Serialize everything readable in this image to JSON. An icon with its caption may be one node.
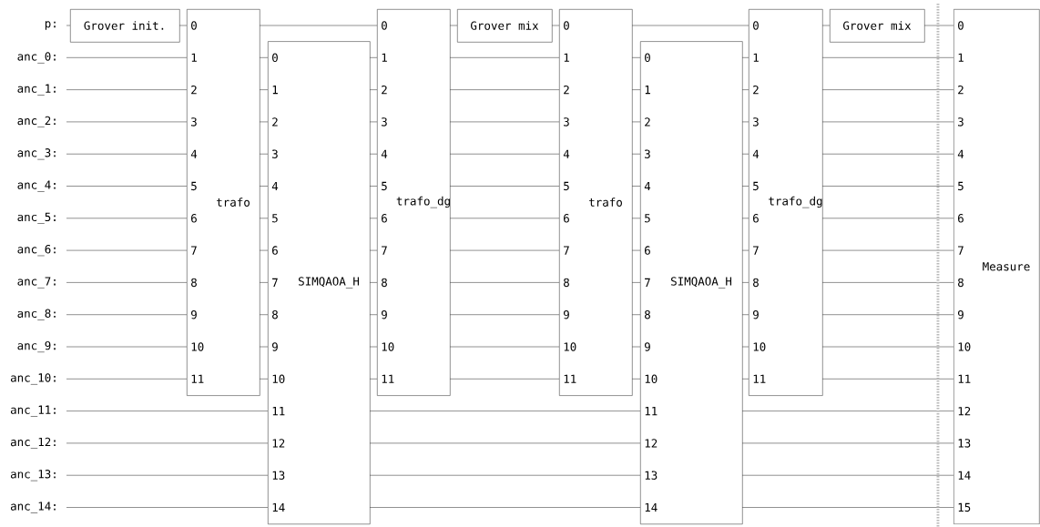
{
  "diagram": {
    "nodes": [
      {
        "text": [
          "p:"
        ]
      },
      {
        "text": [
          "anc_0:"
        ]
      },
      {
        "text": [
          "anc_1:"
        ]
      },
      {
        "text": [
          "anc_2:"
        ]
      },
      {
        "text": [
          "anc_3:"
        ]
      },
      {
        "text": [
          "anc_4:"
        ]
      },
      {
        "text": [
          "anc_5:"
        ]
      },
      {
        "text": [
          "anc_6:"
        ]
      },
      {
        "text": [
          "anc_7:"
        ]
      },
      {
        "text": [
          "anc_8:"
        ]
      },
      {
        "text": [
          "anc_9:"
        ]
      },
      {
        "text": [
          "anc_10:"
        ]
      },
      {
        "text": [
          "anc_11:"
        ]
      },
      {
        "text": [
          "anc_12:"
        ]
      },
      {
        "text": [
          "anc_13:"
        ]
      },
      {
        "text": [
          "anc_14:"
        ]
      },
      {
        "text": [
          "Grover init."
        ]
      },
      {
        "text": [
          "0",
          "1",
          "2",
          "3",
          "4",
          "5",
          "6",
          "7",
          "8",
          "9",
          "10",
          "11",
          "trafo"
        ]
      },
      {
        "text": [
          "0",
          "1",
          "2",
          "3",
          "4",
          "5",
          "6",
          "7",
          "8",
          "9",
          "10",
          "11",
          "12",
          "13",
          "14",
          "SIMQAOA_H"
        ]
      },
      {
        "text": [
          "0",
          "1",
          "2",
          "3",
          "4",
          "5",
          "6",
          "7",
          "8",
          "9",
          "10",
          "11",
          "trafo_dg"
        ]
      },
      {
        "text": [
          "Grover mix"
        ]
      },
      {
        "text": [
          "0",
          "1",
          "2",
          "3",
          "4",
          "5",
          "6",
          "7",
          "8",
          "9",
          "10",
          "11",
          "trafo"
        ]
      },
      {
        "text": [
          "0",
          "1",
          "2",
          "3",
          "4",
          "5",
          "6",
          "7",
          "8",
          "9",
          "10",
          "11",
          "12",
          "13",
          "14",
          "SIMQAOA_H"
        ]
      },
      {
        "text": [
          "0",
          "1",
          "2",
          "3",
          "4",
          "5",
          "6",
          "7",
          "8",
          "9",
          "10",
          "11",
          "trafo_dg"
        ]
      },
      {
        "text": [
          "Grover mix"
        ]
      },
      {
        "text": [
          "0",
          "1",
          "2",
          "3",
          "4",
          "5",
          "6",
          "7",
          "8",
          "9",
          "10",
          "11",
          "12",
          "13",
          "14",
          "15",
          "Measure"
        ]
      }
    ],
    "edges": [
      {
        "from": 0,
        "to": 16,
        "arrow": "none"
      },
      {
        "from": 1,
        "to": 17,
        "arrow": "none"
      },
      {
        "from": 2,
        "to": 17,
        "arrow": "none"
      },
      {
        "from": 3,
        "to": 17,
        "arrow": "none"
      },
      {
        "from": 4,
        "to": 17,
        "arrow": "none"
      },
      {
        "from": 5,
        "to": 17,
        "arrow": "none"
      },
      {
        "from": 6,
        "to": 17,
        "arrow": "none"
      },
      {
        "from": 7,
        "to": 17,
        "arrow": "none"
      },
      {
        "from": 8,
        "to": 17,
        "arrow": "none"
      },
      {
        "from": 9,
        "to": 17,
        "arrow": "none"
      },
      {
        "from": 10,
        "to": 17,
        "arrow": "none"
      },
      {
        "from": 11,
        "to": 17,
        "arrow": "none"
      },
      {
        "from": 12,
        "to": 18,
        "arrow": "none"
      },
      {
        "from": 13,
        "to": 18,
        "arrow": "none"
      },
      {
        "from": 14,
        "to": 18,
        "arrow": "none"
      },
      {
        "from": 15,
        "to": 18,
        "arrow": "none"
      },
      {
        "from": 16,
        "to": 17,
        "arrow": "none"
      },
      {
        "from": 17,
        "to": 19,
        "arrow": "none"
      },
      {
        "from": 17,
        "to": 18,
        "arrow": "none"
      },
      {
        "from": 17,
        "to": 18,
        "arrow": "none"
      },
      {
        "from": 17,
        "to": 18,
        "arrow": "none"
      },
      {
        "from": 17,
        "to": 18,
        "arrow": "none"
      },
      {
        "from": 17,
        "to": 18,
        "arrow": "none"
      },
      {
        "from": 17,
        "to": 18,
        "arrow": "none"
      },
      {
        "from": 17,
        "to": 18,
        "arrow": "none"
      },
      {
        "from": 17,
        "to": 18,
        "arrow": "none"
      },
      {
        "from": 17,
        "to": 18,
        "arrow": "none"
      },
      {
        "from": 17,
        "to": 18,
        "arrow": "none"
      },
      {
        "from": 17,
        "to": 18,
        "arrow": "none"
      },
      {
        "from": 18,
        "to": 19,
        "arrow": "none"
      },
      {
        "from": 18,
        "to": 19,
        "arrow": "none"
      },
      {
        "from": 18,
        "to": 19,
        "arrow": "none"
      },
      {
        "from": 18,
        "to": 19,
        "arrow": "none"
      },
      {
        "from": 18,
        "to": 19,
        "arrow": "none"
      },
      {
        "from": 18,
        "to": 19,
        "arrow": "none"
      },
      {
        "from": 18,
        "to": 19,
        "arrow": "none"
      },
      {
        "from": 18,
        "to": 19,
        "arrow": "none"
      },
      {
        "from": 18,
        "to": 19,
        "arrow": "none"
      },
      {
        "from": 18,
        "to": 19,
        "arrow": "none"
      },
      {
        "from": 18,
        "to": 19,
        "arrow": "none"
      },
      {
        "from": 18,
        "to": 22,
        "arrow": "none"
      },
      {
        "from": 18,
        "to": 22,
        "arrow": "none"
      },
      {
        "from": 18,
        "to": 22,
        "arrow": "none"
      },
      {
        "from": 18,
        "to": 22,
        "arrow": "none"
      },
      {
        "from": 19,
        "to": 20,
        "arrow": "none"
      },
      {
        "from": 19,
        "to": 21,
        "arrow": "none"
      },
      {
        "from": 19,
        "to": 21,
        "arrow": "none"
      },
      {
        "from": 19,
        "to": 21,
        "arrow": "none"
      },
      {
        "from": 19,
        "to": 21,
        "arrow": "none"
      },
      {
        "from": 19,
        "to": 21,
        "arrow": "none"
      },
      {
        "from": 19,
        "to": 21,
        "arrow": "none"
      },
      {
        "from": 19,
        "to": 21,
        "arrow": "none"
      },
      {
        "from": 19,
        "to": 21,
        "arrow": "none"
      },
      {
        "from": 19,
        "to": 21,
        "arrow": "none"
      },
      {
        "from": 19,
        "to": 21,
        "arrow": "none"
      },
      {
        "from": 19,
        "to": 21,
        "arrow": "none"
      },
      {
        "from": 20,
        "to": 21,
        "arrow": "none"
      },
      {
        "from": 21,
        "to": 23,
        "arrow": "none"
      },
      {
        "from": 21,
        "to": 22,
        "arrow": "none"
      },
      {
        "from": 21,
        "to": 22,
        "arrow": "none"
      },
      {
        "from": 21,
        "to": 22,
        "arrow": "none"
      },
      {
        "from": 21,
        "to": 22,
        "arrow": "none"
      },
      {
        "from": 21,
        "to": 22,
        "arrow": "none"
      },
      {
        "from": 21,
        "to": 22,
        "arrow": "none"
      },
      {
        "from": 21,
        "to": 22,
        "arrow": "none"
      },
      {
        "from": 21,
        "to": 22,
        "arrow": "none"
      },
      {
        "from": 21,
        "to": 22,
        "arrow": "none"
      },
      {
        "from": 21,
        "to": 22,
        "arrow": "none"
      },
      {
        "from": 21,
        "to": 22,
        "arrow": "none"
      },
      {
        "from": 22,
        "to": 23,
        "arrow": "none"
      },
      {
        "from": 22,
        "to": 23,
        "arrow": "none"
      },
      {
        "from": 22,
        "to": 23,
        "arrow": "none"
      },
      {
        "from": 22,
        "to": 23,
        "arrow": "none"
      },
      {
        "from": 22,
        "to": 23,
        "arrow": "none"
      },
      {
        "from": 22,
        "to": 23,
        "arrow": "none"
      },
      {
        "from": 22,
        "to": 23,
        "arrow": "none"
      },
      {
        "from": 22,
        "to": 23,
        "arrow": "none"
      },
      {
        "from": 22,
        "to": 23,
        "arrow": "none"
      },
      {
        "from": 22,
        "to": 23,
        "arrow": "none"
      },
      {
        "from": 22,
        "to": 23,
        "arrow": "none"
      },
      {
        "from": 22,
        "to": 25,
        "arrow": "none"
      },
      {
        "from": 22,
        "to": 25,
        "arrow": "none"
      },
      {
        "from": 22,
        "to": 25,
        "arrow": "none"
      },
      {
        "from": 22,
        "to": 25,
        "arrow": "none"
      },
      {
        "from": 23,
        "to": 24,
        "arrow": "none"
      },
      {
        "from": 23,
        "to": 25,
        "arrow": "none"
      },
      {
        "from": 23,
        "to": 25,
        "arrow": "none"
      },
      {
        "from": 23,
        "to": 25,
        "arrow": "none"
      },
      {
        "from": 23,
        "to": 25,
        "arrow": "none"
      },
      {
        "from": 23,
        "to": 25,
        "arrow": "none"
      },
      {
        "from": 23,
        "to": 25,
        "arrow": "none"
      },
      {
        "from": 23,
        "to": 25,
        "arrow": "none"
      },
      {
        "from": 23,
        "to": 25,
        "arrow": "none"
      },
      {
        "from": 23,
        "to": 25,
        "arrow": "none"
      },
      {
        "from": 23,
        "to": 25,
        "arrow": "none"
      },
      {
        "from": 23,
        "to": 25,
        "arrow": "none"
      },
      {
        "from": 24,
        "to": 25,
        "arrow": "none"
      }
    ]
  }
}
